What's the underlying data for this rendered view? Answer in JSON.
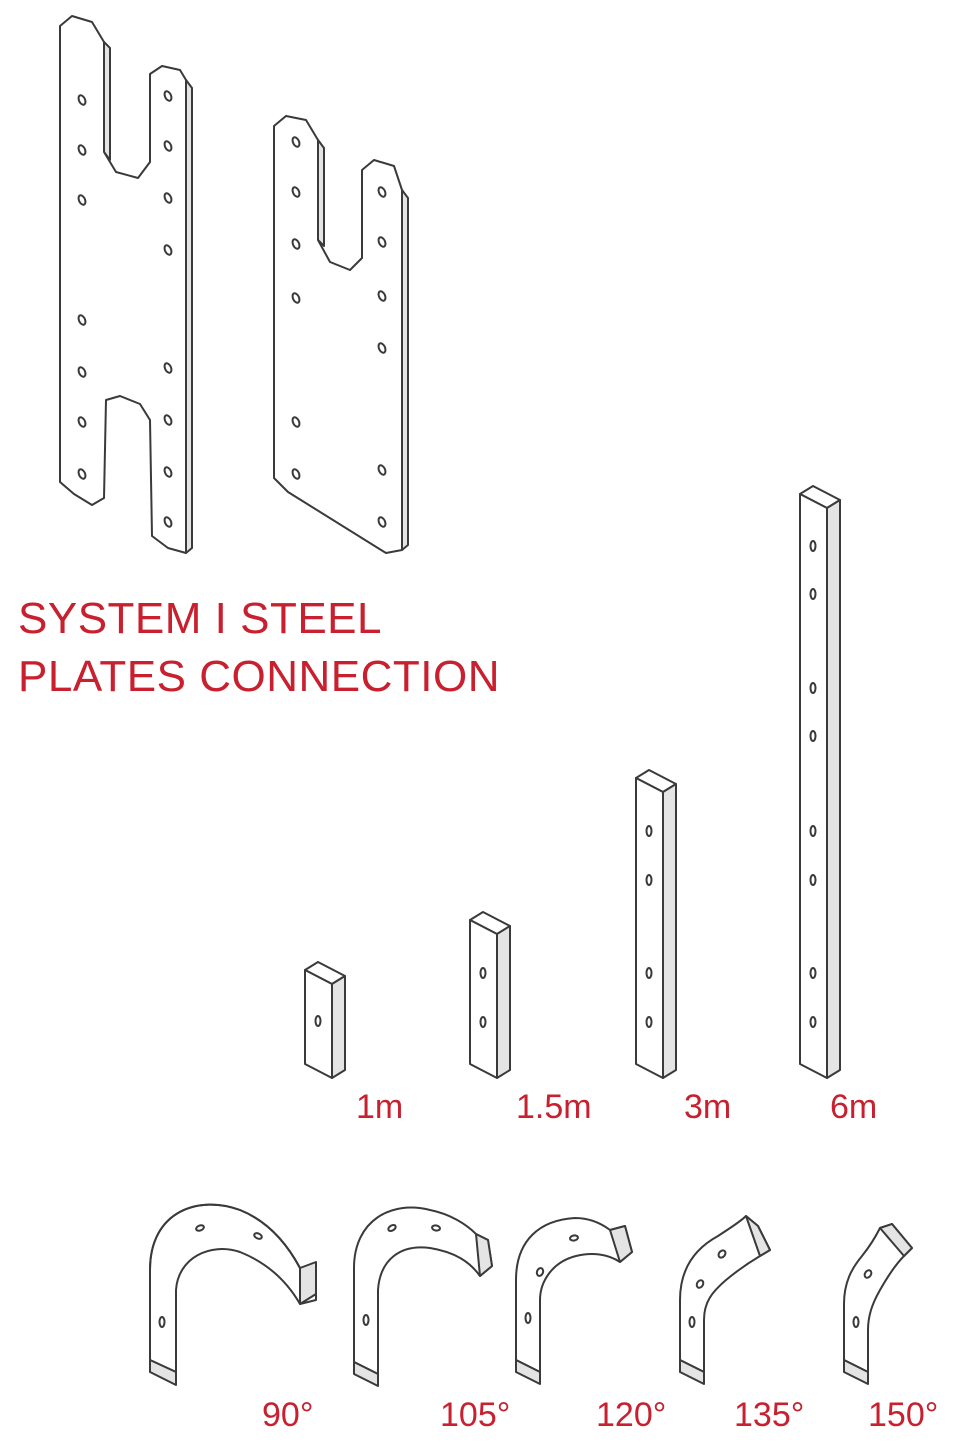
{
  "title": {
    "line1": "SYSTEM I STEEL",
    "line2": "PLATES CONNECTION"
  },
  "straight_lengths": [
    {
      "label": "1m"
    },
    {
      "label": "1.5m"
    },
    {
      "label": "3m"
    },
    {
      "label": "6m"
    }
  ],
  "bend_angles": [
    {
      "label": "90°"
    },
    {
      "label": "105°"
    },
    {
      "label": "120°"
    },
    {
      "label": "135°"
    },
    {
      "label": "150°"
    }
  ],
  "colors": {
    "accent": "#c8202f",
    "line": "#3a3a3a"
  }
}
